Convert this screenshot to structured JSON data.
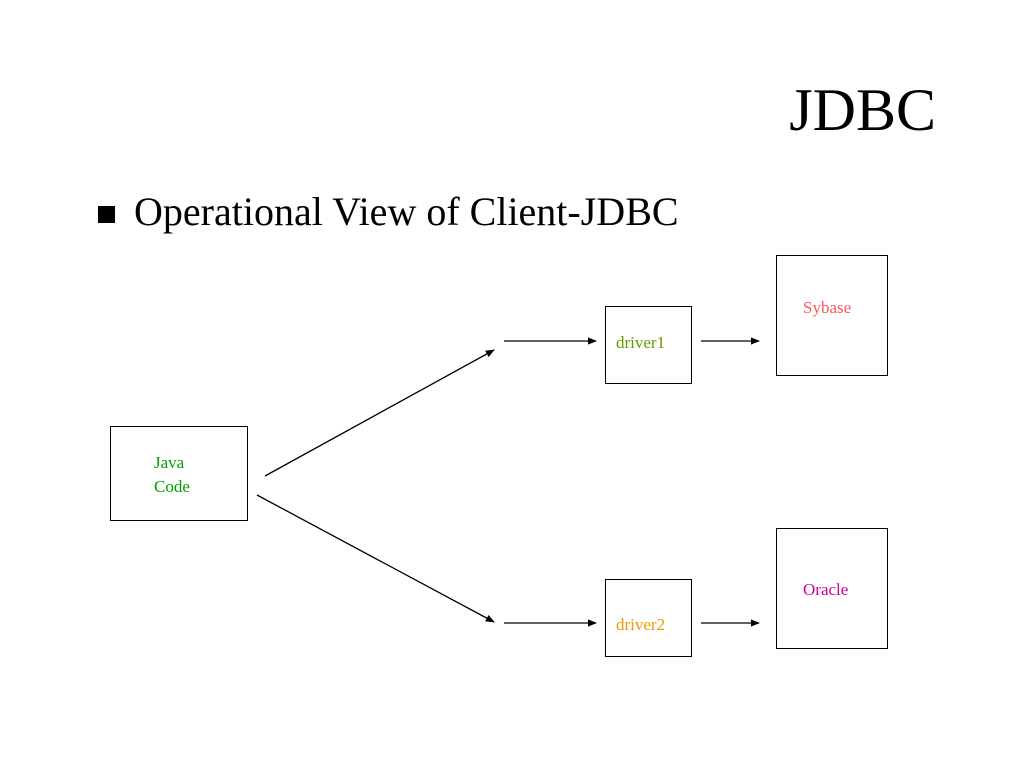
{
  "slide": {
    "title": "JDBC",
    "bullet": "Operational View of Client-JDBC"
  },
  "diagram": {
    "java_code": {
      "line1": "Java",
      "line2": "Code",
      "color": "#00a000"
    },
    "driver1": {
      "label": "driver1",
      "color": "#669900"
    },
    "driver2": {
      "label": "driver2",
      "color": "#ee9900"
    },
    "sybase": {
      "label": "Sybase",
      "color": "#ff5555"
    },
    "oracle": {
      "label": "Oracle",
      "color": "#cc0099"
    }
  }
}
